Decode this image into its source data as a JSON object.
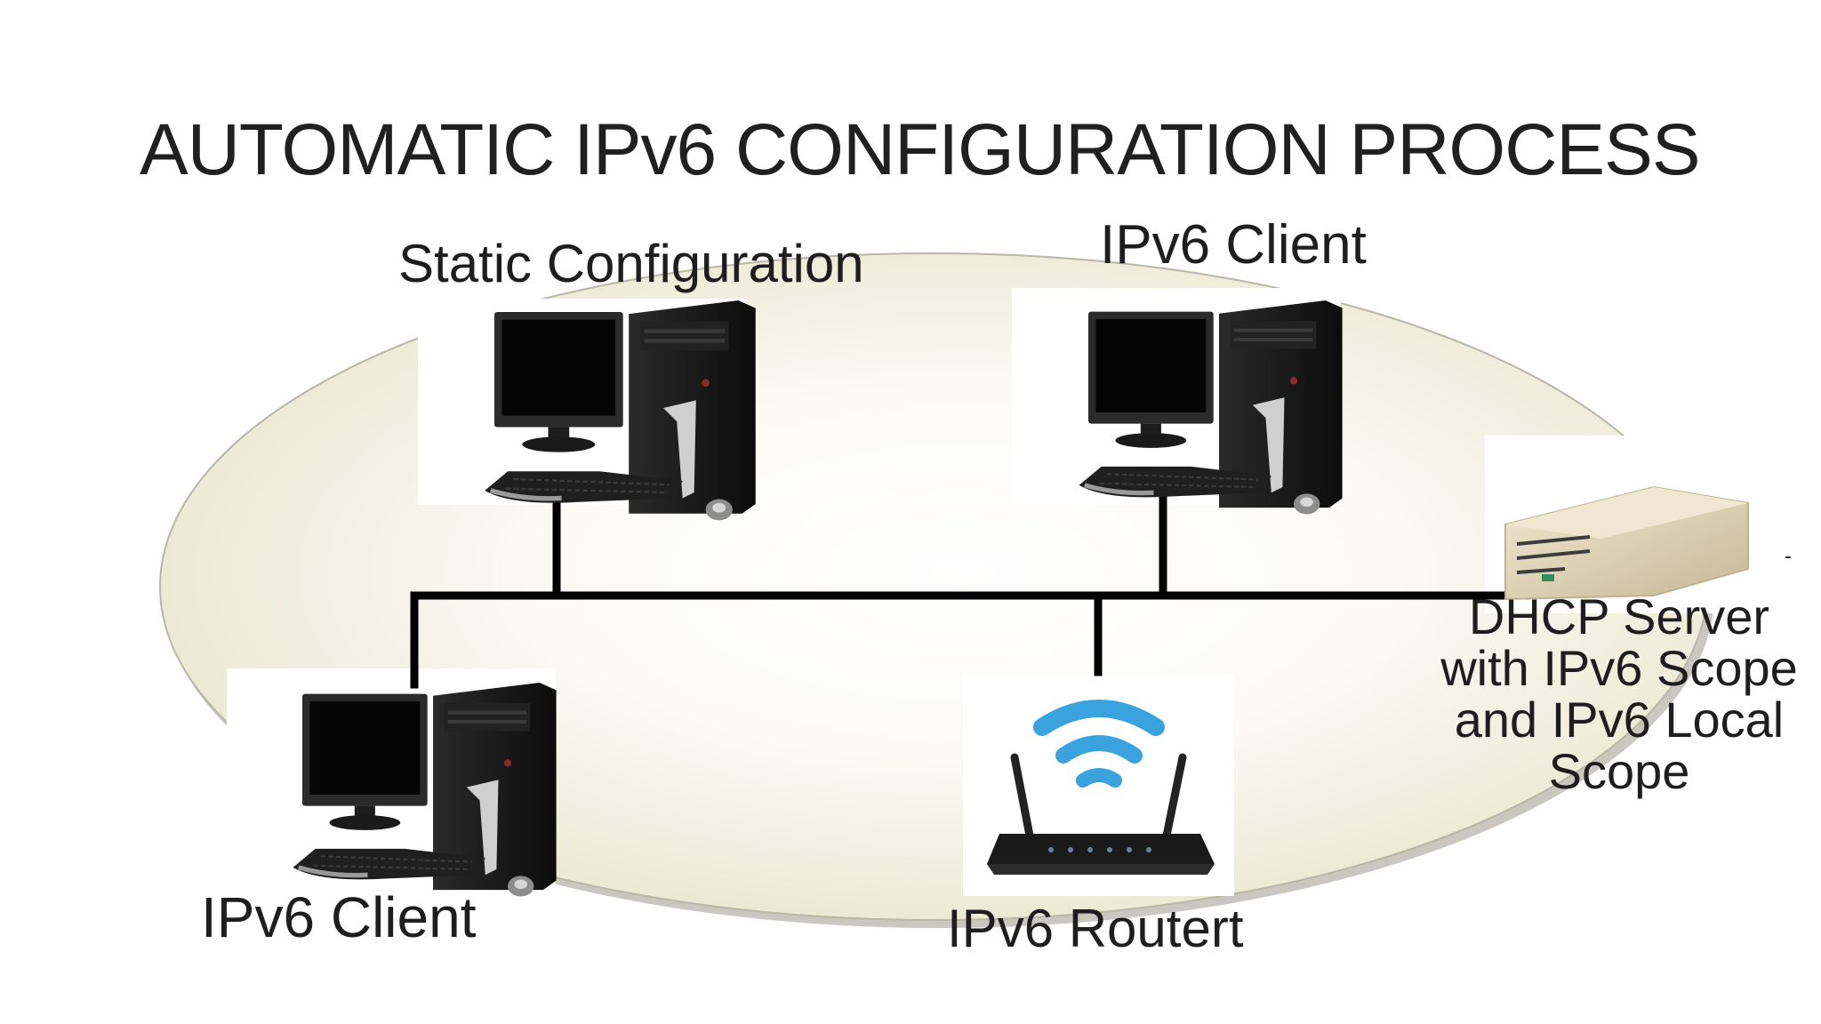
{
  "title": "AUTOMATIC IPv6 CONFIGURATION PROCESS",
  "nodes": {
    "static_config": {
      "label": "Static Configuration"
    },
    "client_top": {
      "label": "IPv6 Client"
    },
    "client_bottom": {
      "label": "IPv6 Client"
    },
    "router": {
      "label": "IPv6 Routert"
    },
    "dhcp_server": {
      "label_lines": [
        "DHCP Server",
        "with IPv6 Scope",
        "and IPv6 Local",
        "Scope"
      ]
    }
  },
  "colors": {
    "ellipse_fill": "#ece9d6",
    "ellipse_edge": "#a7a497",
    "bus_line": "#000000",
    "wifi_blue": "#3aa2dc",
    "server_beige": "#d9ceb0"
  }
}
